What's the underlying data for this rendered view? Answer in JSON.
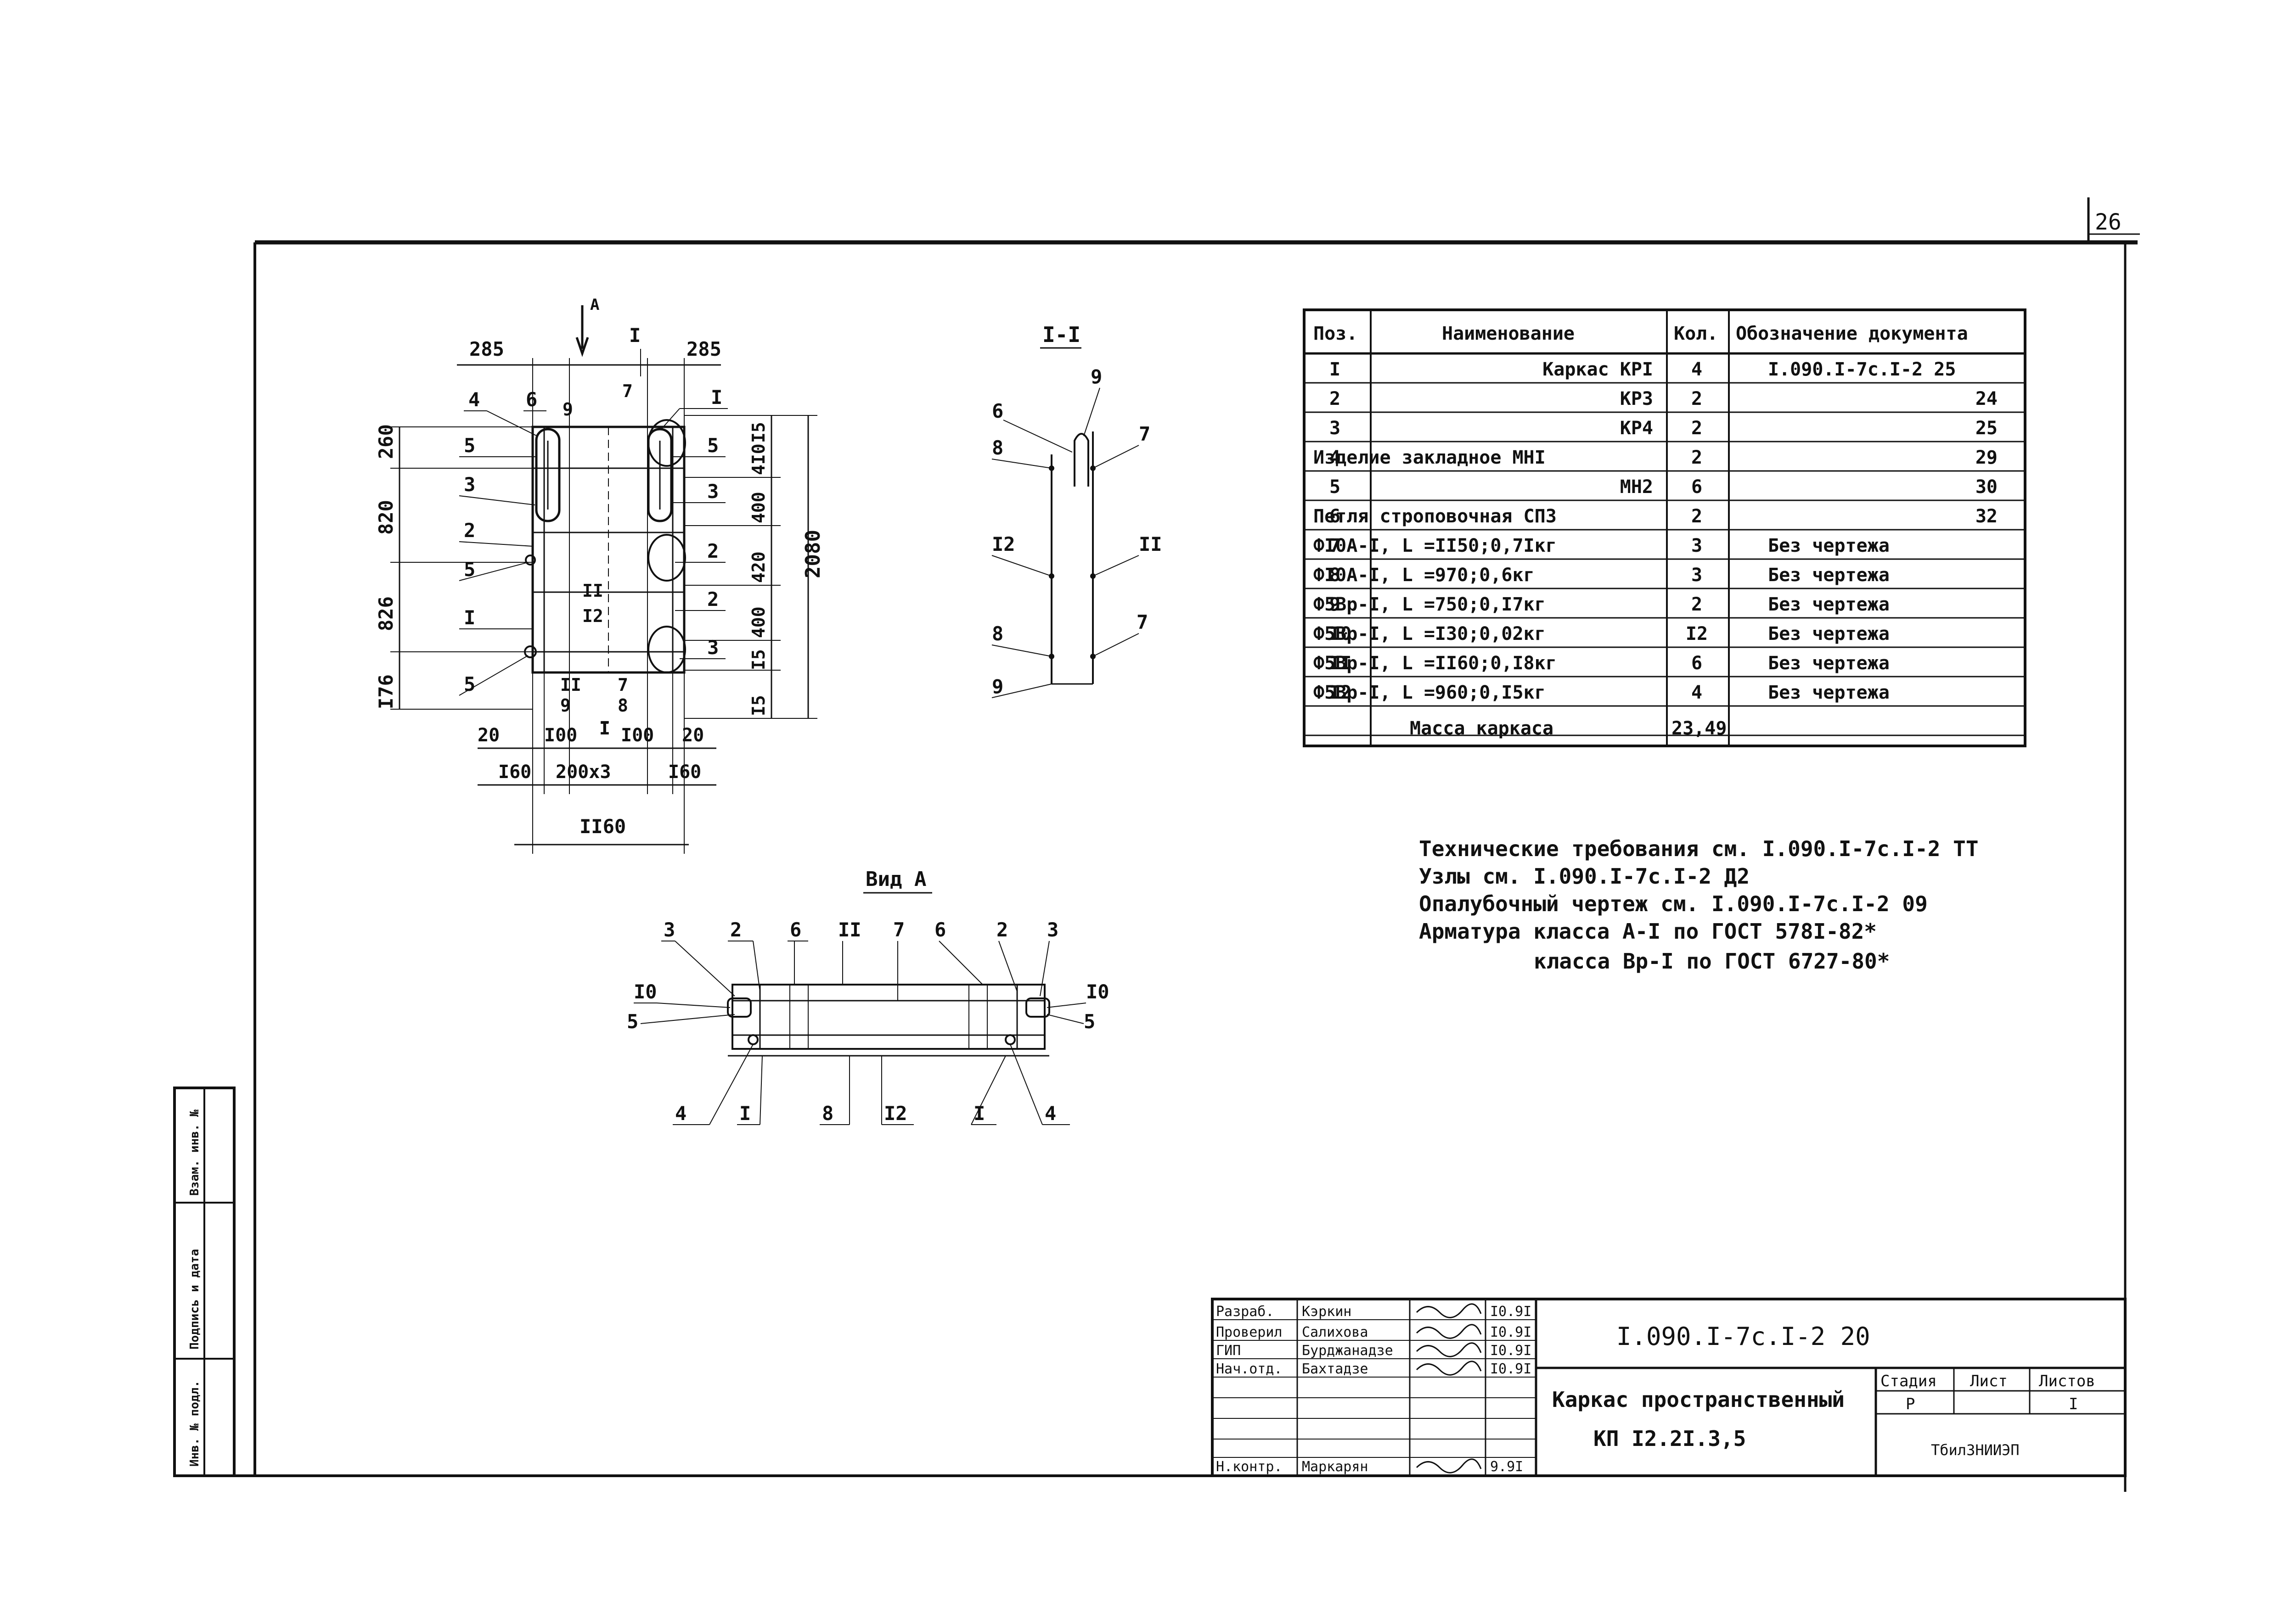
{
  "sheet_number": "26",
  "section_label": "I-I",
  "view_label": "Вид А",
  "view_arrow_label": "А",
  "main_view": {
    "top_dims": [
      "285",
      "I",
      "285"
    ],
    "left_dims": [
      "260",
      "820",
      "826",
      "I76"
    ],
    "right_dims": [
      "I5",
      "4I0",
      "400",
      "420",
      "400",
      "I5",
      "I5"
    ],
    "total_height": "2080",
    "bottom_dims": [
      "20",
      "I00",
      "I",
      "I00",
      "20"
    ],
    "bottom_dims2": [
      "I60",
      "200x3",
      "I60"
    ],
    "overall_width": "II60",
    "left_callouts": [
      "4",
      "6",
      "5",
      "3",
      "2",
      "5",
      "I",
      "5"
    ],
    "right_callouts": [
      "I",
      "5",
      "3",
      "2",
      "2",
      "3"
    ],
    "inner_labels": [
      "9",
      "7",
      "II",
      "I2",
      "II",
      "9",
      "7",
      "8",
      "I"
    ]
  },
  "section_view": {
    "left_callouts": [
      "6",
      "8",
      "I2",
      "8",
      "9"
    ],
    "right_callouts": [
      "9",
      "7",
      "II",
      "7"
    ]
  },
  "view_a": {
    "top_callouts": [
      "3",
      "2",
      "6",
      "II",
      "7",
      "6",
      "2",
      "3"
    ],
    "side_callouts": [
      "I0",
      "5",
      "I0",
      "5"
    ],
    "bottom_callouts": [
      "4",
      "I",
      "8",
      "I2",
      "I",
      "4"
    ]
  },
  "spec_table": {
    "headers": [
      "Поз.",
      "Наименование",
      "Кол.",
      "Обозначение документа"
    ],
    "rows": [
      [
        "I",
        "Каркас КРI",
        "4",
        "I.090.I-7с.I-2 25"
      ],
      [
        "2",
        "КР3",
        "2",
        "24"
      ],
      [
        "3",
        "КР4",
        "2",
        "25"
      ],
      [
        "4",
        "Изделие закладное МНI",
        "2",
        "29"
      ],
      [
        "5",
        "МН2",
        "6",
        "30"
      ],
      [
        "6",
        "Петля строповочная СП3",
        "2",
        "32"
      ],
      [
        "7",
        "ФI0А-I, L =II50;0,7Iкг",
        "3",
        "Без чертежа"
      ],
      [
        "8",
        "ФI0А-I, L =970;0,6кг",
        "3",
        "Без чертежа"
      ],
      [
        "9",
        "Ф5Вр-I, L =750;0,I7кг",
        "2",
        "Без чертежа"
      ],
      [
        "I0",
        "Ф5Вр-I, L =I30;0,02кг",
        "I2",
        "Без чертежа"
      ],
      [
        "II",
        "Ф5Вр-I, L =II60;0,I8кг",
        "6",
        "Без чертежа"
      ],
      [
        "I2",
        "Ф5Вр-I, L =960;0,I5кг",
        "4",
        "Без чертежа"
      ]
    ],
    "mass_label": "Масса каркаса",
    "mass_value": "23,49"
  },
  "notes": [
    "Технические требования см. I.090.I-7с.I-2 ТТ",
    "Узлы см. I.090.I-7с.I-2 Д2",
    "Опалубочный чертеж см. I.090.I-7с.I-2 09",
    "Арматура класса А-I по ГОСТ 578I-82*",
    "класса Вр-I по ГОСТ 6727-80*"
  ],
  "side_stamp": [
    "Инв. № подл.",
    "Подпись и дата",
    "Взам. инв. №"
  ],
  "title_block": {
    "roles": [
      "Разраб.",
      "Проверил",
      "ГИП",
      "Нач.отд.",
      "Н.контр."
    ],
    "names": [
      "Кэркин",
      "Салихова",
      "Бурджанадзе",
      "Бахтадзе",
      "Маркарян"
    ],
    "dates": [
      "I0.9I",
      "I0.9I",
      "I0.9I",
      "I0.9I",
      "9.9I"
    ],
    "document_code": "I.090.I-7с.I-2 20",
    "title_line1": "Каркас пространственный",
    "title_line2": "КП I2.2I.3,5",
    "stage_label": "Стадия",
    "sheet_label": "Лист",
    "sheets_label": "Листов",
    "stage_value": "Р",
    "sheets_value": "I",
    "organization": "ТбилЗНИИЭП"
  }
}
